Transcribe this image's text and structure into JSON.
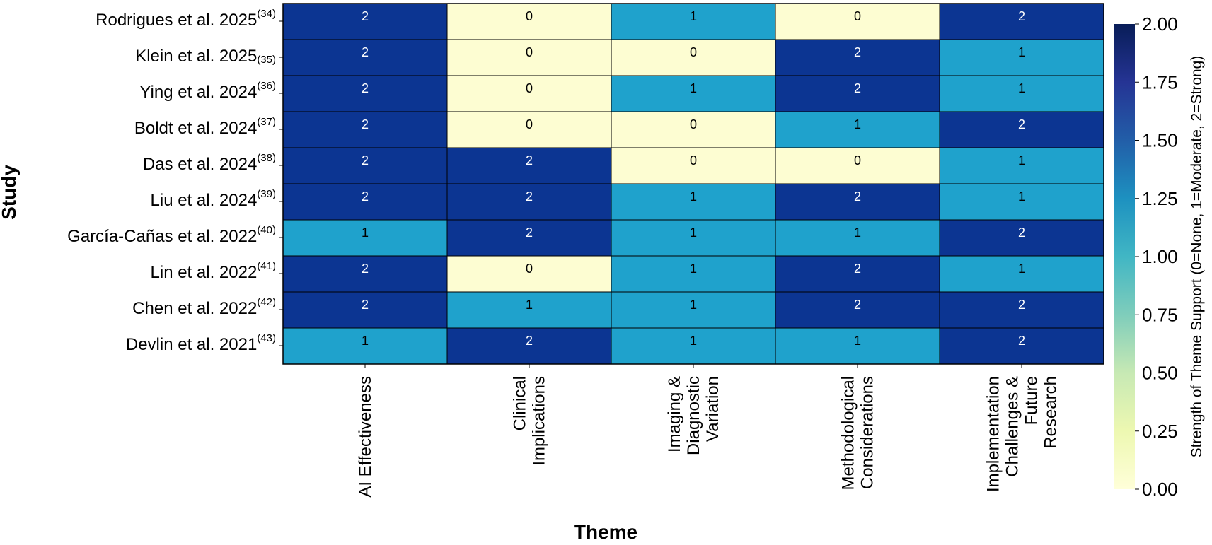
{
  "chart_data": {
    "type": "heatmap",
    "title": "",
    "xlabel": "Theme",
    "ylabel": "Study",
    "rows": [
      {
        "name": "Rodrigues et al. 2025",
        "ref": "(34)",
        "sup": true
      },
      {
        "name": "Klein et al. 2025",
        "ref": "(35)",
        "sup": false
      },
      {
        "name": "Ying et al. 2024",
        "ref": "(36)",
        "sup": true
      },
      {
        "name": "Boldt et al. 2024",
        "ref": "(37)",
        "sup": true
      },
      {
        "name": "Das et al. 2024",
        "ref": "(38)",
        "sup": true
      },
      {
        "name": "Liu et al. 2024",
        "ref": "(39)",
        "sup": true
      },
      {
        "name": "García-Cañas et al. 2022",
        "ref": "(40)",
        "sup": true
      },
      {
        "name": "Lin et al. 2022",
        "ref": "(41)",
        "sup": true
      },
      {
        "name": "Chen et al. 2022",
        "ref": "(42)",
        "sup": true
      },
      {
        "name": "Devlin et al. 2021",
        "ref": "(43)",
        "sup": true
      }
    ],
    "columns": [
      [
        "AI Effectiveness"
      ],
      [
        "Clinical",
        "Implications"
      ],
      [
        "Imaging &",
        "Diagnostic",
        "Variation"
      ],
      [
        "Methodological",
        "Considerations"
      ],
      [
        "Implementation",
        "Challenges &",
        "Future",
        "Research"
      ]
    ],
    "values": [
      [
        2,
        0,
        1,
        0,
        2
      ],
      [
        2,
        0,
        0,
        2,
        1
      ],
      [
        2,
        0,
        1,
        2,
        1
      ],
      [
        2,
        0,
        0,
        1,
        2
      ],
      [
        2,
        2,
        0,
        0,
        1
      ],
      [
        2,
        2,
        1,
        2,
        1
      ],
      [
        1,
        2,
        1,
        1,
        2
      ],
      [
        2,
        0,
        1,
        2,
        1
      ],
      [
        2,
        1,
        1,
        2,
        2
      ],
      [
        1,
        2,
        1,
        1,
        2
      ]
    ],
    "colors": {
      "0": "#fdfdd2",
      "1": "#1fa2cc",
      "2": "#0c3592"
    },
    "text_colors": {
      "0": "#000000",
      "1": "#000000",
      "2": "#ffffff"
    },
    "colorbar": {
      "label": "Strength of Theme Support (0=None, 1=Moderate, 2=Strong)",
      "range": [
        0,
        2
      ],
      "ticks": [
        "0.00",
        "0.25",
        "0.50",
        "0.75",
        "1.00",
        "1.25",
        "1.50",
        "1.75",
        "2.00"
      ],
      "gradient": [
        "#ffffd9",
        "#edf8b1",
        "#c7e9b4",
        "#7fcdbb",
        "#41b6c4",
        "#1d91c0",
        "#225ea8",
        "#253494",
        "#081d58"
      ]
    },
    "grid": false
  }
}
